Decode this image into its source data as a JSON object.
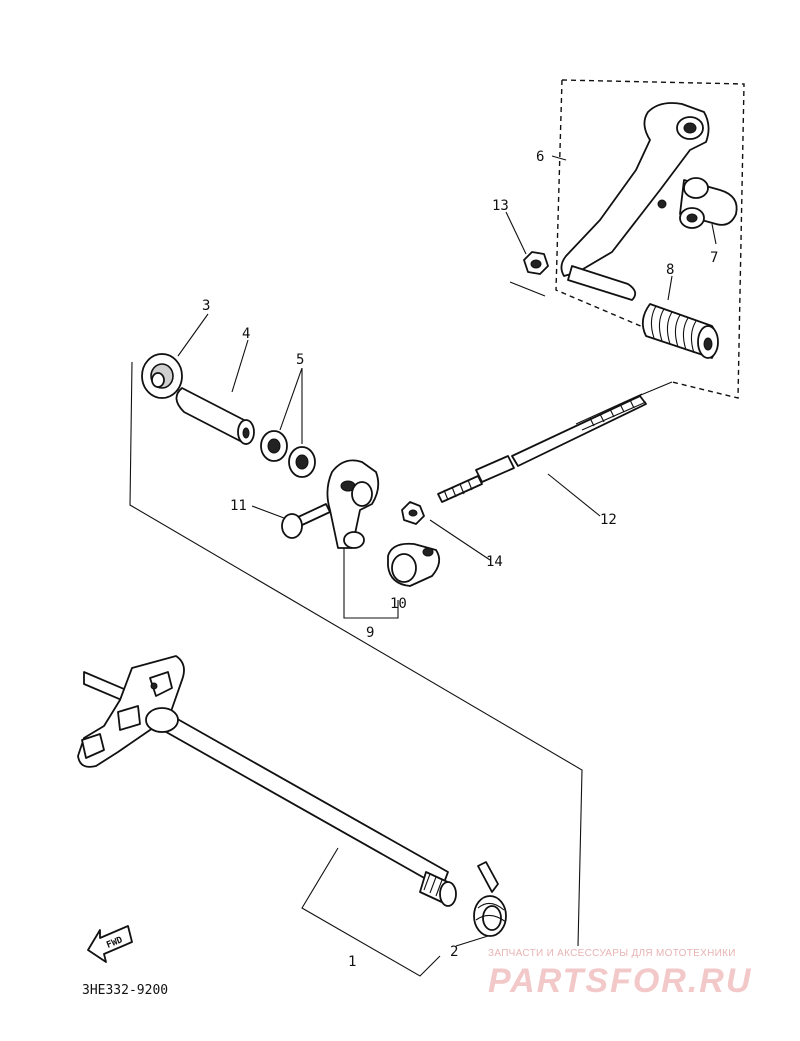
{
  "diagram": {
    "callouts": {
      "c1": "1",
      "c2": "2",
      "c3": "3",
      "c4": "4",
      "c5": "5",
      "c6": "6",
      "c7": "7",
      "c8": "8",
      "c9": "9",
      "c10": "10",
      "c11": "11",
      "c12": "12",
      "c13": "13",
      "c14": "14"
    },
    "fwd_label": "FWD",
    "drawing_code": "3HE332-9200"
  },
  "watermark": {
    "caption": "ЗАПЧАСТИ И АКСЕССУАРЫ ДЛЯ МОТОТЕХНИКИ",
    "brand": "PARTSFOR.RU",
    "color": "#f0c0c0"
  }
}
